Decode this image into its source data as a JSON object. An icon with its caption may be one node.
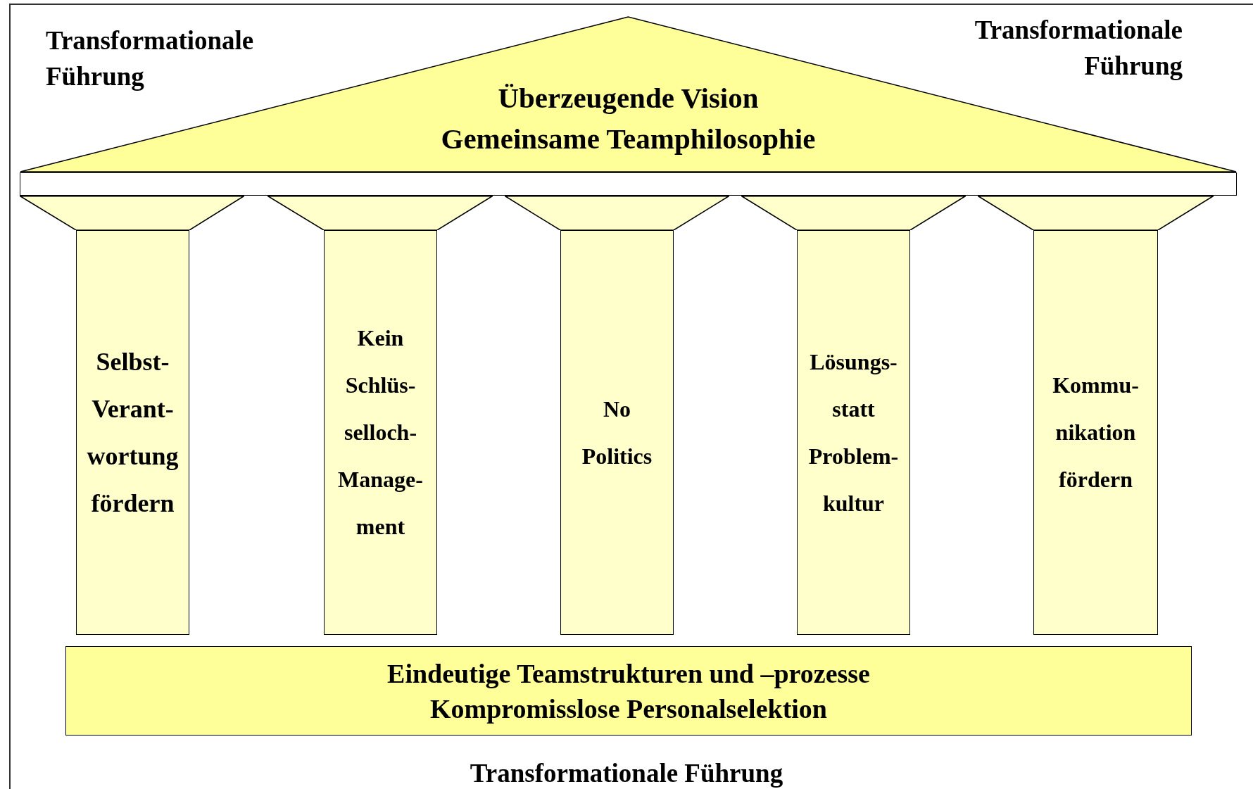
{
  "diagram": {
    "nodes": [
      {
        "text": [
          "Überzeugende Vision",
          "Gemeinsame Teamphilosophie"
        ]
      },
      {
        "text": [],
        "shape": "bar"
      },
      {
        "text": [],
        "shape": "trapezoid"
      },
      {
        "text": [],
        "shape": "trapezoid"
      },
      {
        "text": [],
        "shape": "trapezoid"
      },
      {
        "text": [],
        "shape": "trapezoid"
      },
      {
        "text": [],
        "shape": "trapezoid"
      },
      {
        "text": [
          "Selbst- Verant- wortung fördern"
        ]
      },
      {
        "text": [
          "Kein Schlüs- selloch- Manage- ment"
        ]
      },
      {
        "text": [
          "No Politics"
        ]
      },
      {
        "text": [
          "Lösungs- statt Problem- kultur"
        ]
      },
      {
        "text": [
          "Kommu- nikation fördern"
        ]
      },
      {
        "text": [
          "Eindeutige Teamstrukturen und –prozesse",
          "Kompromisslose Personalselektion"
        ]
      }
    ],
    "labels": [
      "Transformationale Führung",
      "Transformationale Führung",
      "Transformationale Führung"
    ]
  }
}
